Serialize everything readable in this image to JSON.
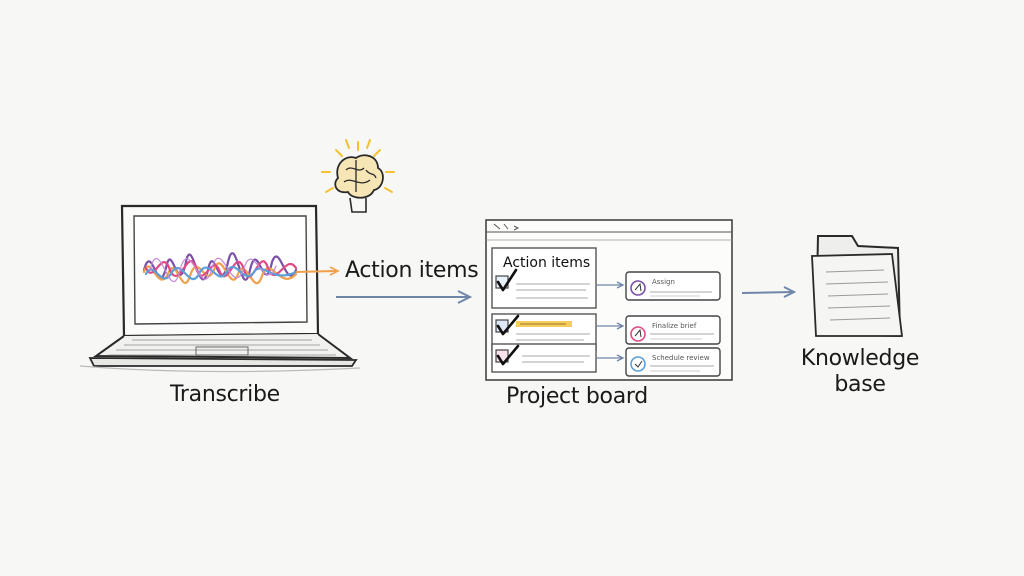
{
  "diagram": {
    "steps": [
      {
        "label": "Transcribe"
      },
      {
        "label": "Action items"
      },
      {
        "label": "Project board"
      },
      {
        "label": "Knowledge base"
      }
    ],
    "board": {
      "heading": "Action items",
      "cards": [
        {
          "text": "Assign"
        },
        {
          "text": "Finalize brief"
        },
        {
          "text": "Schedule review"
        }
      ]
    },
    "knowledge_base_lines": [
      "Knowledge",
      "base"
    ],
    "colors": {
      "ink": "#2a2a2a",
      "arrow": "#6f86a8",
      "wave_purple": "#7b4fa8",
      "wave_orange": "#f0a04a",
      "wave_pink": "#e04a86",
      "wave_blue": "#5aa0d8",
      "highlight": "#f6c94c",
      "brain_glow": "#f2c230"
    }
  }
}
